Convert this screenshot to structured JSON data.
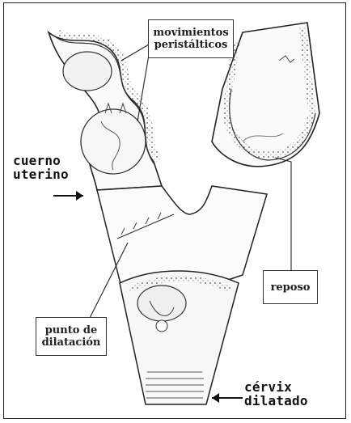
{
  "labels": {
    "movimientos": [
      "movimientos",
      "peristálticos"
    ],
    "cuerno": [
      "cuerno",
      "uterino"
    ],
    "reposo": [
      "reposo"
    ],
    "punto": [
      "punto de",
      "dilatación"
    ],
    "cervix": [
      "cérvix",
      "dilatado"
    ]
  },
  "colors": {
    "ink": "#222222",
    "shade": "#8a8a8a",
    "background": "#ffffff"
  }
}
